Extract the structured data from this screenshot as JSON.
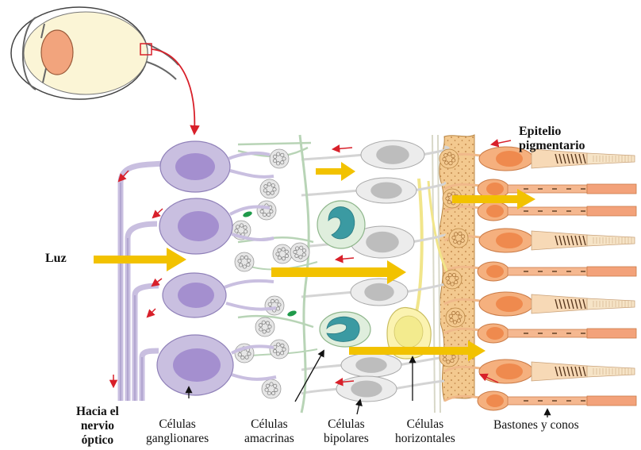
{
  "labels": {
    "epitelio_line1": "Epitelio",
    "epitelio_line2": "pigmentario",
    "luz": "Luz",
    "nervio_line1": "Hacia el",
    "nervio_line2": "nervio",
    "nervio_line3": "óptico",
    "ganglionares_line1": "Células",
    "ganglionares_line2": "ganglionares",
    "amacrinas_line1": "Células",
    "amacrinas_line2": "amacrinas",
    "bipolares_line1": "Células",
    "bipolares_line2": "bipolares",
    "horizontales_line1": "Células",
    "horizontales_line2": "horizontales",
    "bastones": "Bastones y conos"
  },
  "colors": {
    "light_arrow": "#f2c200",
    "signal_arrow": "#d8202a",
    "ganglion_cell": "#c9bfe0",
    "ganglion_nucleus": "#a48fcf",
    "amacrine_cell": "#dfeedd",
    "amacrine_nucleus": "#3b9aa2",
    "bipolar_cell": "#ececec",
    "bipolar_nucleus": "#bdbdbd",
    "horizontal_cell": "#fbf3b0",
    "photoreceptor": "#f5b07e",
    "photoreceptor_nucleus": "#ef8a4e",
    "pigment_epithelium": "#f3c98f",
    "eye_lens": "#f2a47d",
    "eye_body": "#fbf5d6"
  }
}
